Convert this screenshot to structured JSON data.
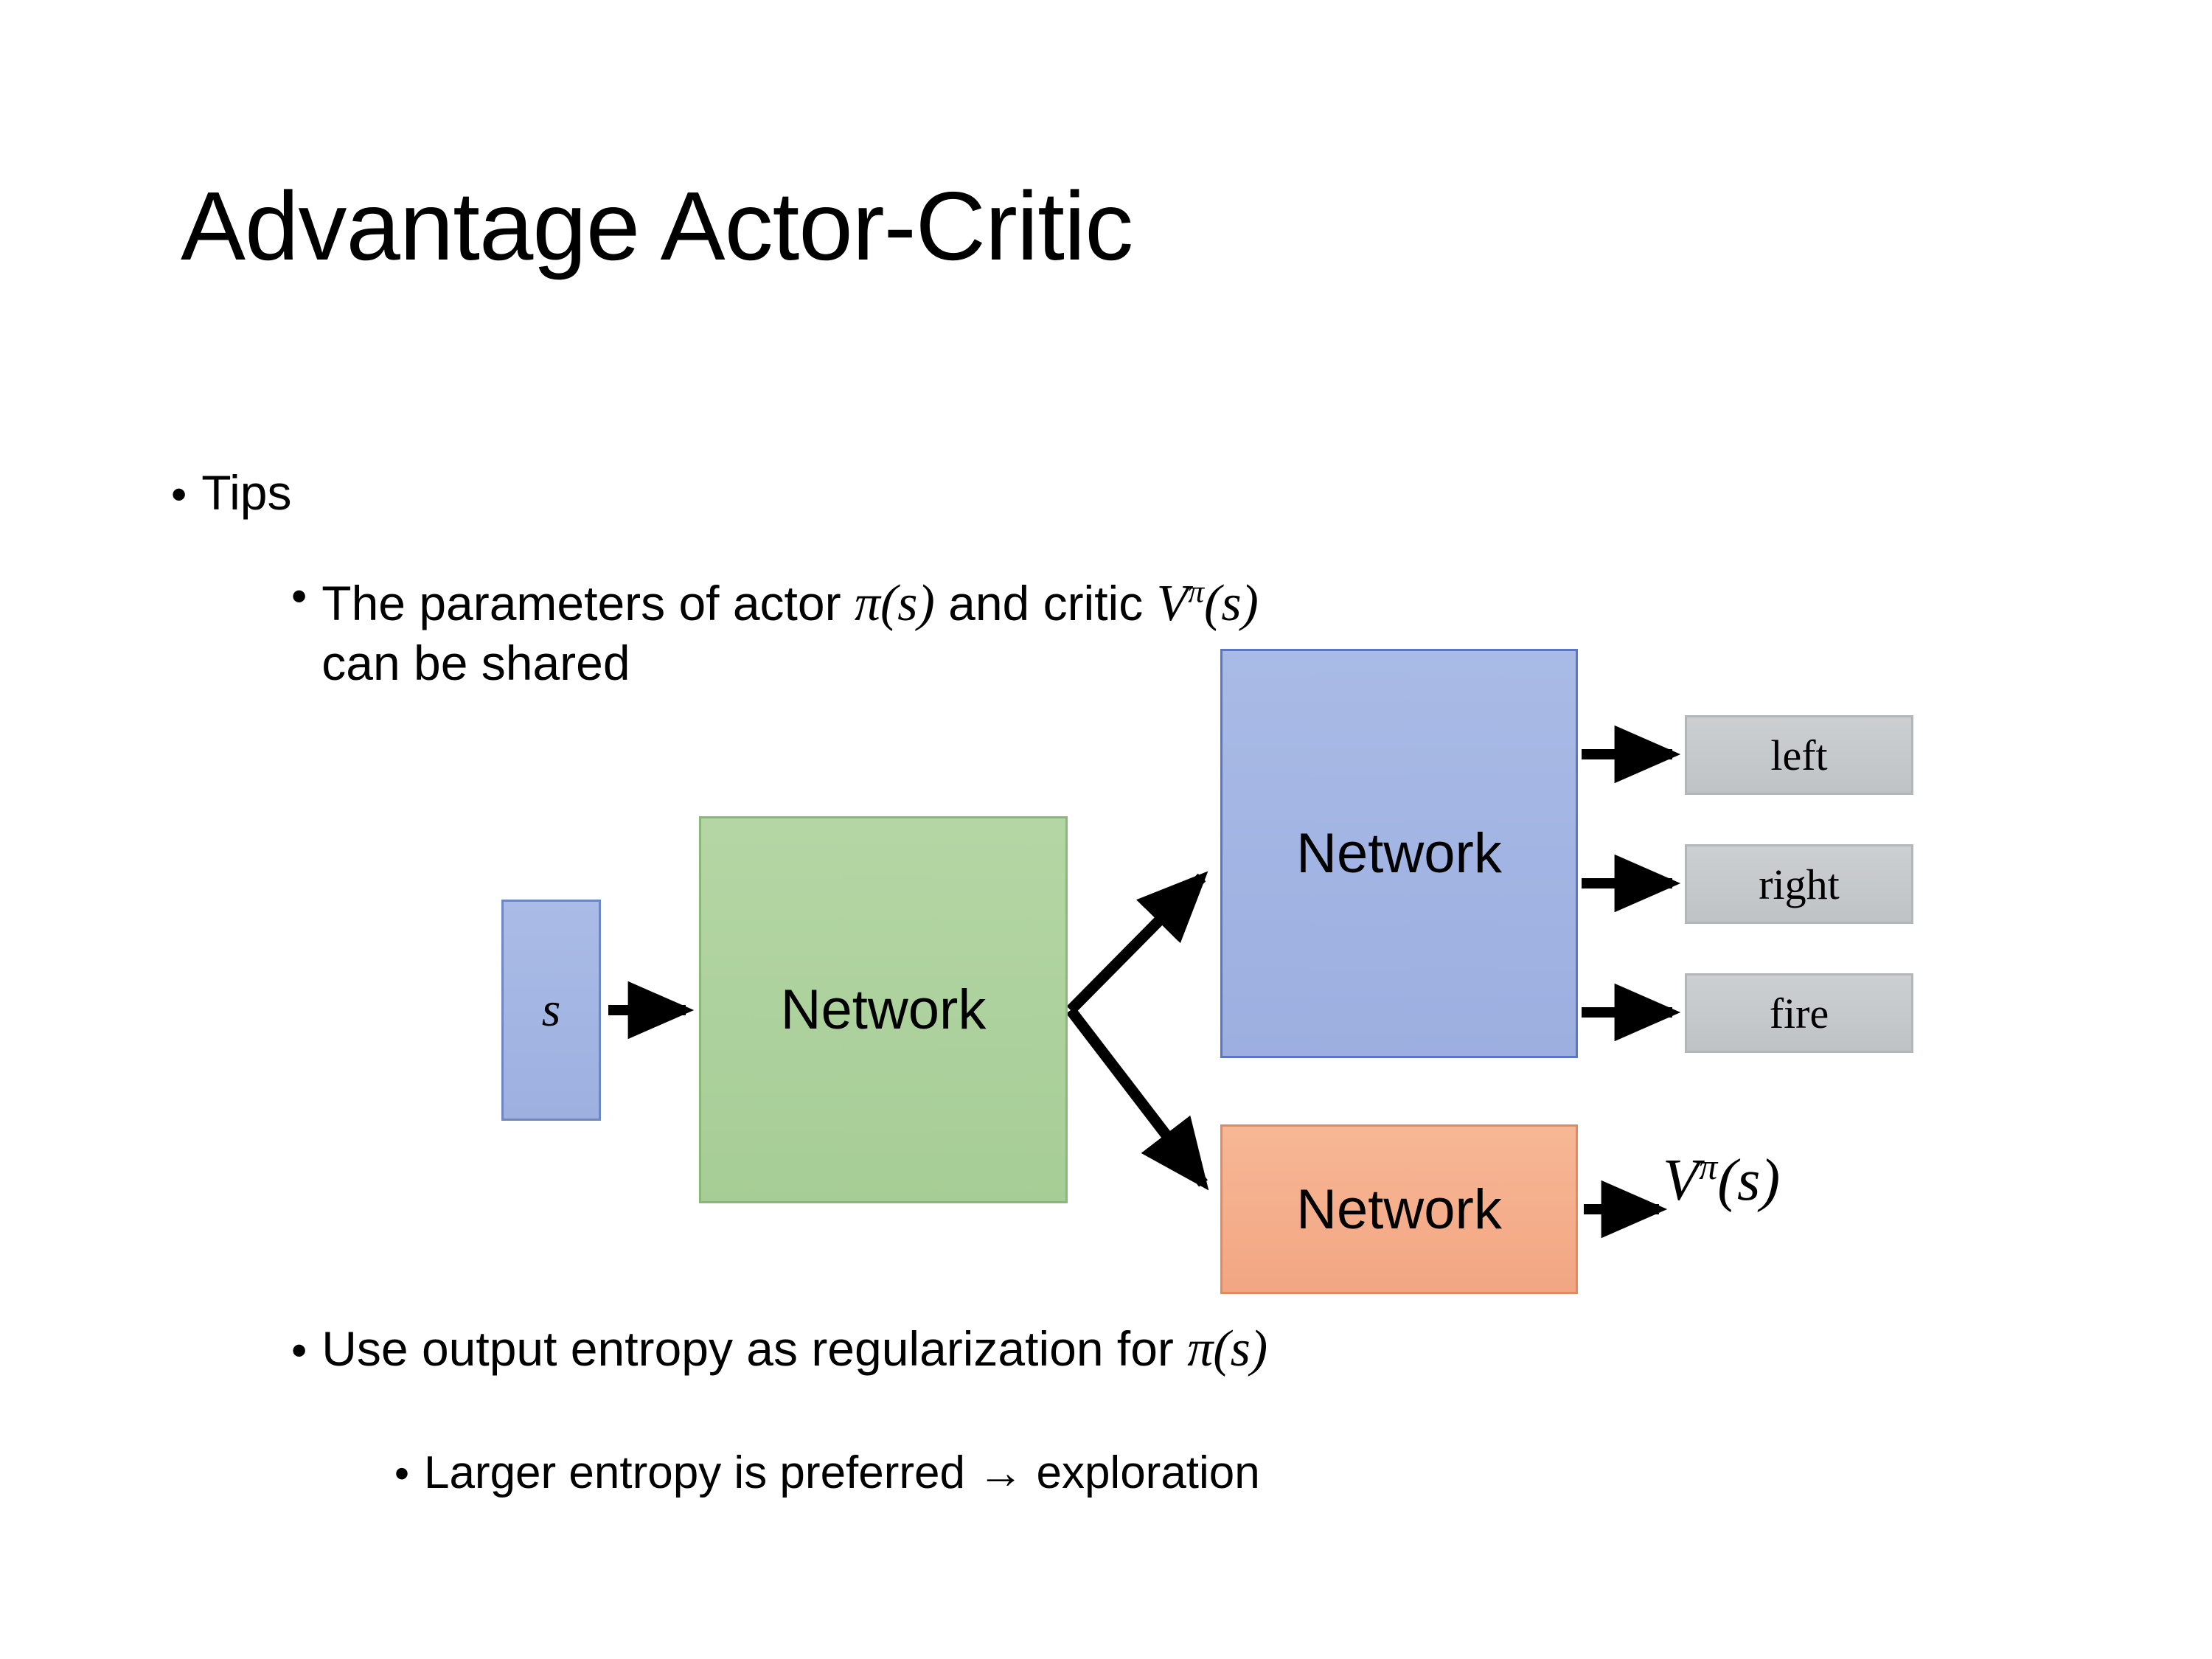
{
  "slide": {
    "title": "Advantage Actor-Critic"
  },
  "bullets": {
    "tips": {
      "marker": "•",
      "text": "Tips"
    },
    "shared": {
      "marker": "•",
      "line1_pre": "The parameters of actor ",
      "math_actor": "π(s)",
      "line1_mid": "  and critic ",
      "math_critic_base": "V",
      "math_critic_sup": "π",
      "math_critic_arg": "(s)",
      "line2": "can be shared"
    },
    "entropy": {
      "marker": "•",
      "text_pre": "Use output entropy as regularization for ",
      "math_pi": "π(s)"
    },
    "larger": {
      "marker": "•",
      "text": "Larger entropy is preferred → exploration"
    }
  },
  "diagram": {
    "state_label": "s",
    "shared_network_label": "Network",
    "actor_network_label": "Network",
    "critic_network_label": "Network",
    "actions": [
      {
        "label": "left"
      },
      {
        "label": "right"
      },
      {
        "label": "fire"
      }
    ],
    "critic_output": {
      "base": "V",
      "sup": "π",
      "arg": "(s)"
    },
    "colors": {
      "state_fill": "#a3b5e2",
      "shared_fill": "#acd09c",
      "actor_fill": "#a2b6e0",
      "critic_fill": "#f2ae8a",
      "action_fill": "#c4c6c8",
      "arrow": "#000000",
      "text": "#000000",
      "background": "#ffffff"
    }
  }
}
